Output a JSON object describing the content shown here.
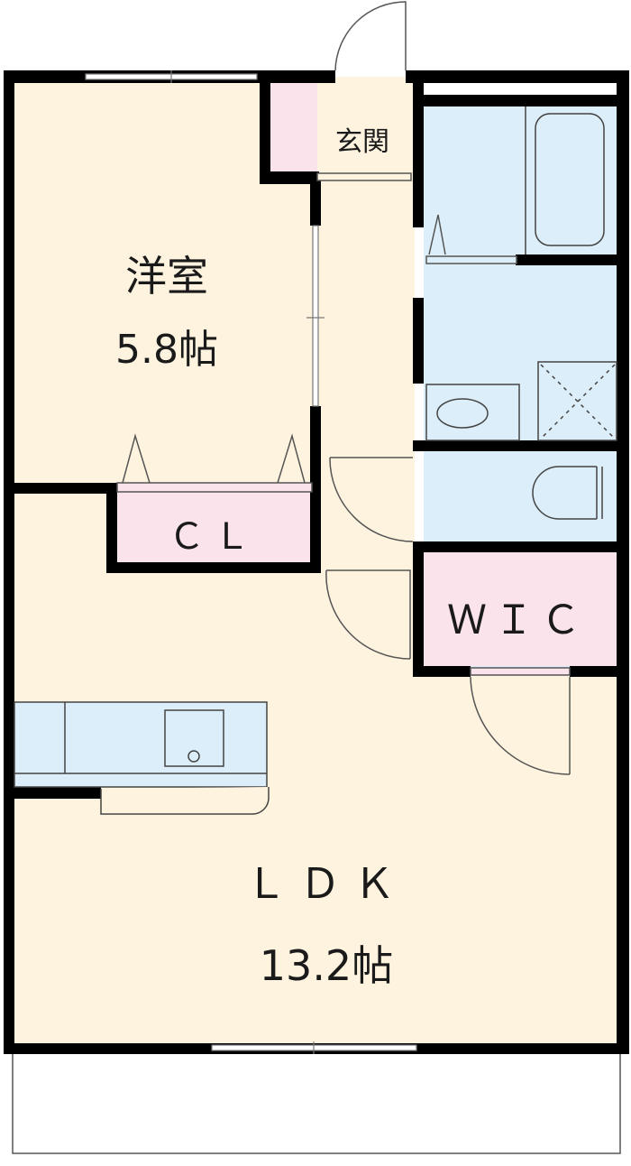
{
  "rooms": {
    "western_room": {
      "name": "洋室",
      "size": "5.8帖"
    },
    "entrance": {
      "name": "玄関"
    },
    "closet": {
      "name": "ＣＬ"
    },
    "walk_in_closet": {
      "name": "ＷＩＣ"
    },
    "ldk": {
      "name": "ＬＤＫ",
      "size": "13.2帖"
    }
  },
  "colors": {
    "floor": "#FEF3DF",
    "wet_area": "#DCEEF9",
    "storage": "#FBE3EC",
    "wall": "#000000"
  }
}
